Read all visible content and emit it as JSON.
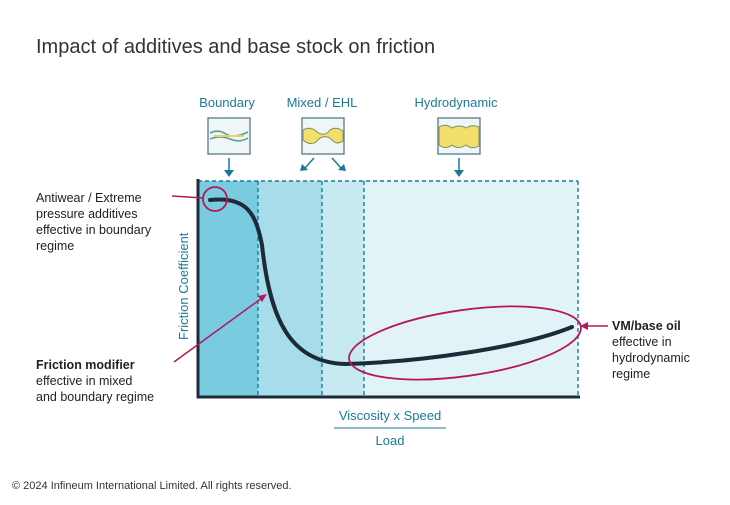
{
  "title": "Impact of additives and base stock on friction",
  "regimes": {
    "boundary": "Boundary",
    "mixed": "Mixed / EHL",
    "hydrodynamic": "Hydrodynamic"
  },
  "y_axis_label": "Friction Coefficient",
  "x_axis_numerator": "Viscosity x Speed",
  "x_axis_denominator": "Load",
  "annotations": {
    "antiwear": [
      "Antiwear / Extreme",
      "pressure additives",
      "effective in boundary",
      "regime"
    ],
    "friction_modifier_bold": "Friction modifier",
    "friction_modifier_rest": [
      "effective in mixed",
      "and boundary regime"
    ],
    "vm_bold": "VM/base oil",
    "vm_rest": [
      "effective in",
      "hydrodynamic",
      "regime"
    ]
  },
  "copyright": "© 2024 Infineum International Limited. All rights reserved.",
  "colors": {
    "boundary_fill": "#79cce0",
    "mixed_fill": "#a7dcea",
    "ehl_fill": "#c6e9f2",
    "hydro_fill": "#e2f3f8",
    "accent_teal": "#1a7a9a",
    "highlight": "#b5175a",
    "curve": "#1d2b38"
  },
  "icons": [
    "boundary-film-icon",
    "mixed-film-icon",
    "hydrodynamic-film-icon"
  ]
}
